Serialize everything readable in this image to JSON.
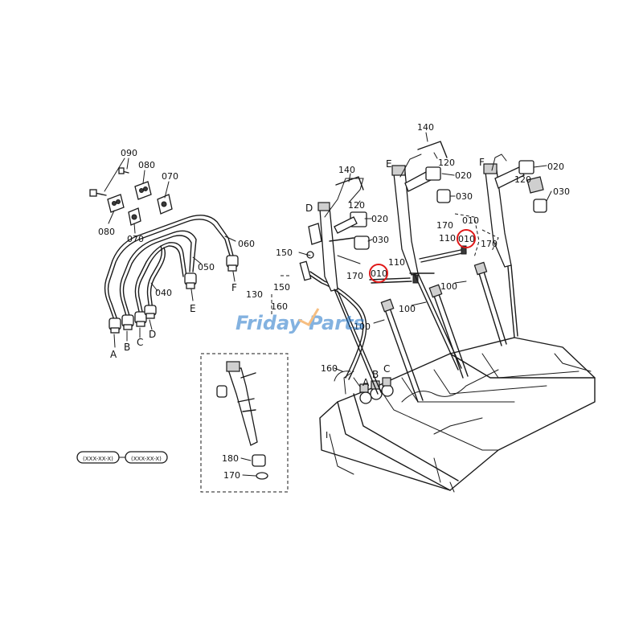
{
  "labels": {
    "p090": "090",
    "p080": "080",
    "p080b": "080",
    "p070": "070",
    "p070b": "070",
    "p060": "060",
    "p050": "050",
    "p040": "040",
    "lA": "A",
    "lB": "B",
    "lC": "C",
    "lD": "D",
    "lE": "E",
    "lF": "F",
    "p140a": "140",
    "p140b": "140",
    "p120a": "120",
    "p120b": "120",
    "p120c": "120",
    "p020a": "020",
    "p020b": "020",
    "p020c": "020",
    "p030a": "030",
    "p030b": "030",
    "p030c": "030",
    "p150a": "150",
    "p150b": "150",
    "p130": "130",
    "p160a": "160",
    "p160b": "160",
    "p170a": "170",
    "p170b": "170",
    "p170c": "170",
    "p110a": "110",
    "p110b": "110",
    "p010a": "010",
    "p010b": "010",
    "p010c": "010",
    "p100a": "100",
    "p100b": "100",
    "p100c": "100",
    "p180": "180",
    "p170d": "170",
    "eD": "D",
    "eE": "E",
    "eF": "F",
    "eA": "A",
    "eB": "B",
    "eC": "C",
    "hint1": "(XXX-XX-X)",
    "hint2": "(XXX-XX-X)"
  },
  "watermark": {
    "part1": "Friday",
    "part2": "Parts"
  },
  "colors": {
    "highlight": "#e01818",
    "watermark_blue": "#1f74c8",
    "watermark_orange": "#f08a1c"
  }
}
